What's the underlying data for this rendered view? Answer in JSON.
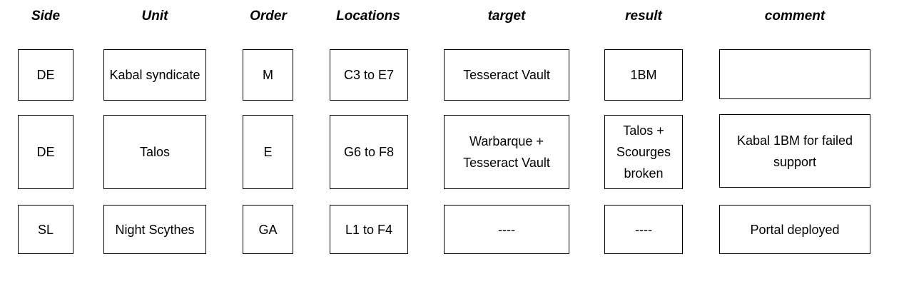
{
  "table": {
    "headers": [
      {
        "key": "side",
        "label": "Side"
      },
      {
        "key": "unit",
        "label": "Unit"
      },
      {
        "key": "order",
        "label": "Order"
      },
      {
        "key": "locations",
        "label": "Locations"
      },
      {
        "key": "target",
        "label": "target"
      },
      {
        "key": "result",
        "label": "result"
      },
      {
        "key": "comment",
        "label": "comment"
      }
    ],
    "rows": [
      {
        "side": "DE",
        "unit": "Kabal syndicate",
        "order": "M",
        "locations": "C3 to E7",
        "target": "Tesseract Vault",
        "result": "1BM",
        "comment": ""
      },
      {
        "side": "DE",
        "unit": "Talos",
        "order": "E",
        "locations": "G6 to F8",
        "target": "Warbarque + Tesseract Vault",
        "result": "Talos + Scourges broken",
        "comment": "Kabal 1BM for failed support"
      },
      {
        "side": "SL",
        "unit": "Night Scythes",
        "order": "GA",
        "locations": "L1 to F4",
        "target": "----",
        "result": "----",
        "comment": "Portal deployed"
      }
    ]
  },
  "style": {
    "border_color": "#000000",
    "background_color": "#ffffff",
    "text_color": "#000000"
  }
}
